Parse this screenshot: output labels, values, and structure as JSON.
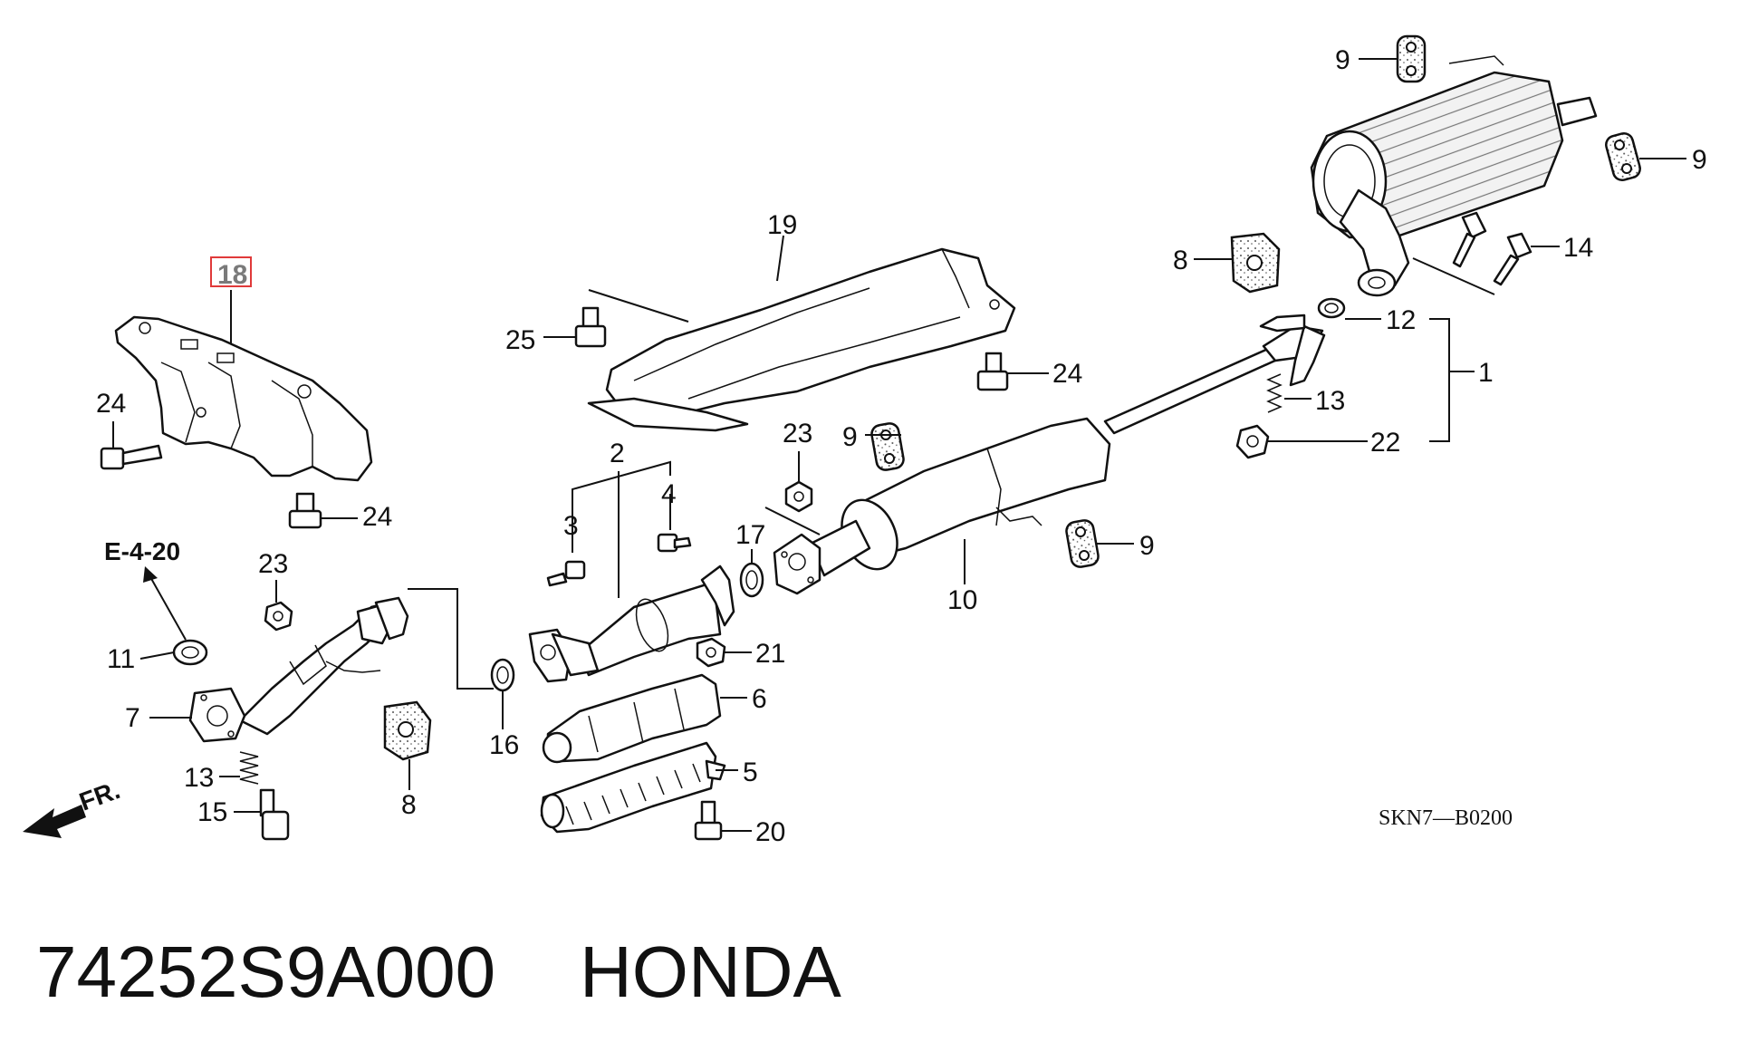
{
  "diagram": {
    "highlight_color": "#e03a3a",
    "ref_section": "E-4-20",
    "direction_label": "FR.",
    "diagram_code": "SKN7—B0200",
    "footer": {
      "part_number": "74252S9A000",
      "brand": "HONDA"
    },
    "labels": {
      "n1": "1",
      "n2": "2",
      "n3": "3",
      "n4": "4",
      "n5": "5",
      "n6": "6",
      "n7": "7",
      "n8a": "8",
      "n8b": "8",
      "n9a": "9",
      "n9b": "9",
      "n9c": "9",
      "n9d": "9",
      "n10": "10",
      "n11": "11",
      "n12": "12",
      "n13a": "13",
      "n13b": "13",
      "n14": "14",
      "n15": "15",
      "n16": "16",
      "n17": "17",
      "n18": "18",
      "n19": "19",
      "n20": "20",
      "n21": "21",
      "n22": "22",
      "n23a": "23",
      "n23b": "23",
      "n24a": "24",
      "n24b": "24",
      "n24c": "24",
      "n25": "25"
    }
  }
}
